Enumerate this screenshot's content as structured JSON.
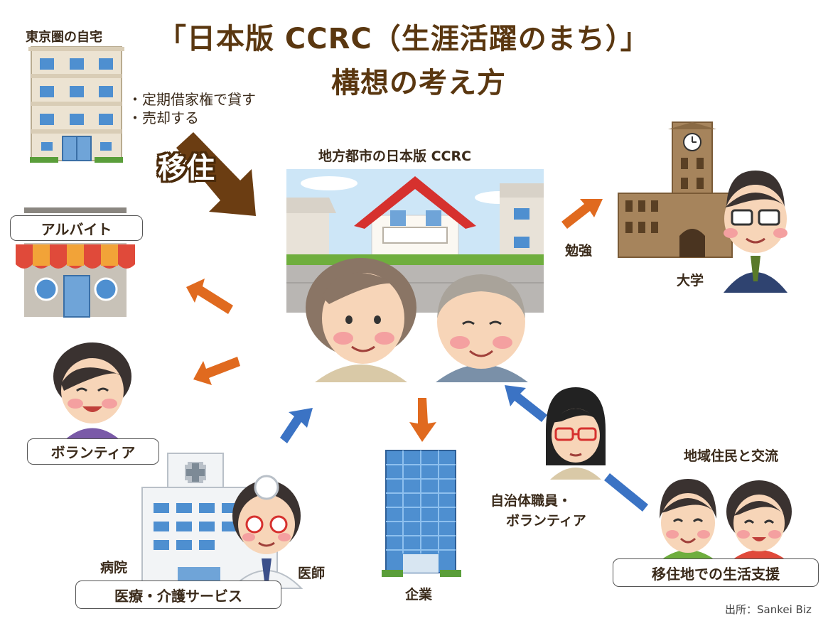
{
  "title": {
    "line1": "「日本版 CCRC（生涯活躍のまち）」",
    "line2": "構想の考え方"
  },
  "tokyo_home": {
    "label": "東京圏の自宅",
    "bullets": [
      "・定期借家権で貸す",
      "・売却する"
    ]
  },
  "move_label": "移住",
  "center": {
    "label": "地方都市の日本版 CCRC"
  },
  "parttime": {
    "label": "アルバイト"
  },
  "volunteer": {
    "label": "ボランティア"
  },
  "medical": {
    "hospital_label": "病院",
    "doctor_label": "医師",
    "box_label": "医療・介護サービス"
  },
  "company": {
    "label": "企業"
  },
  "staff": {
    "label_line1": "自治体職員・",
    "label_line2": "ボランティア"
  },
  "community": {
    "label": "地域住民と交流",
    "box_label": "移住地での生活支援"
  },
  "university": {
    "study_label": "勉強",
    "label": "大学"
  },
  "source": "出所：Sankei Biz",
  "colors": {
    "title": "#5a3710",
    "arrow_orange": "#e06a1f",
    "arrow_blue": "#3b73c4",
    "arrow_brown": "#6b3d12"
  }
}
